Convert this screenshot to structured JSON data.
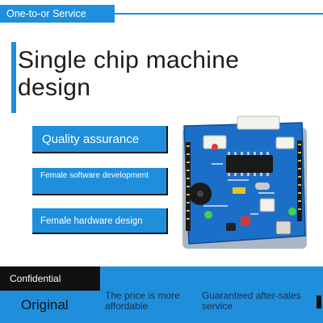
{
  "header": {
    "label": "One-to-or Service"
  },
  "hero": {
    "title": "Single chip machine design"
  },
  "features": [
    {
      "label": "Quality assurance"
    },
    {
      "label": "Female software development"
    },
    {
      "label": "Female hardware design"
    }
  ],
  "footer": {
    "confidential": "Confidential",
    "original": "Original",
    "price": "The price is more affordable",
    "service": "Guaranteed after-sales service"
  },
  "colors": {
    "accent": "#1f8fdc",
    "board": "#1c6fc9",
    "dark": "#111111"
  },
  "product_image": {
    "icon": "microcontroller-board"
  }
}
